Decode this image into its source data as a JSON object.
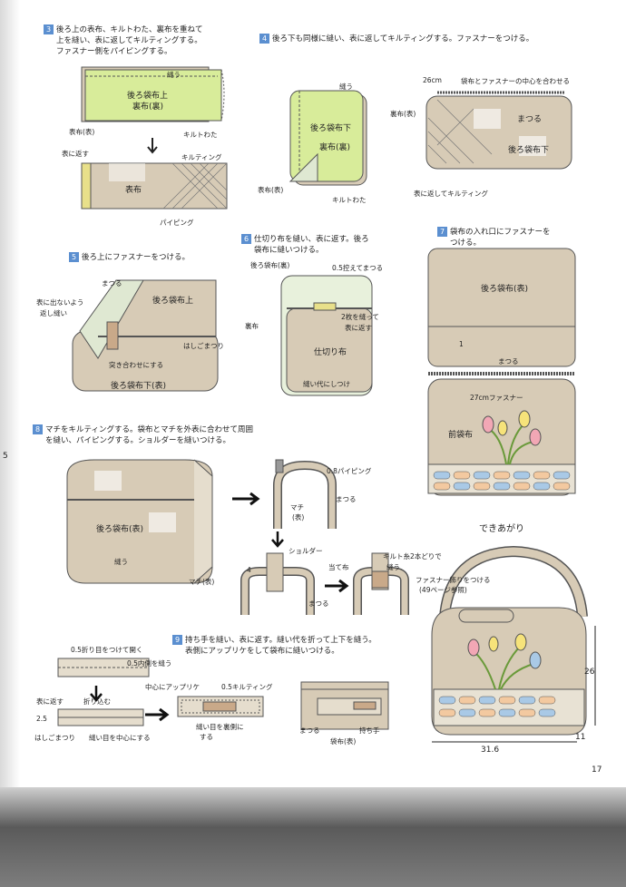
{
  "steps": {
    "s3": {
      "num": "3",
      "text1": "後ろ上の表布、キルトわた、裏布を重ねて",
      "text2": "上を縫い、表に返してキルティングする。",
      "text3": "ファスナー側をパイピングする。"
    },
    "s4": {
      "num": "4",
      "text1": "後ろ下も同様に縫い、表に返してキルティングする。ファスナーをつける。"
    },
    "s5": {
      "num": "5",
      "text1": "後ろ上にファスナーをつける。"
    },
    "s6": {
      "num": "6",
      "text1": "仕切り布を縫い、表に返す。後ろ",
      "text2": "袋布に縫いつける。"
    },
    "s7": {
      "num": "7",
      "text1": "袋布の入れ口にファスナーを",
      "text2": "つける。"
    },
    "s8": {
      "num": "8",
      "text1": "マチをキルティングする。袋布とマチを外表に合わせて周囲",
      "text2": "を縫い、パイピングする。ショルダーを縫いつける。"
    },
    "s9": {
      "num": "9",
      "text1": "持ち手を縫い、表に返す。縫い代を折って上下を縫う。",
      "text2": "表側にアップリケをして袋布に縫いつける。"
    }
  },
  "labels": {
    "s3_nuu": "縫う",
    "s3_upper": "後ろ袋布上",
    "s3_ura": "裏布(裏)",
    "s3_omote": "表布(表)",
    "s3_quilt": "キルトわた",
    "s3_kaesu": "表に返す",
    "s3_quilting": "キルティング",
    "s3_omotenuno": "表布",
    "s3_piping": "パイピング",
    "s4_nuu": "縫う",
    "s4_lower": "後ろ袋布下",
    "s4_ura": "裏布(裏)",
    "s4_omote": "表布(表)",
    "s4_quilt": "キルトわた",
    "s4_26": "26cm",
    "s4_center": "袋布とファスナーの中心を合わせる",
    "s4_ura2": "裏布(表)",
    "s4_matsuru": "まつる",
    "s4_lower2": "後ろ袋布下",
    "s4_kaeshi": "表に返してキルティング",
    "s5_matsuru": "まつる",
    "s5_upper": "後ろ袋布上",
    "s5_hidden": "表に出ないよう",
    "s5_hidden2": "返し縫い",
    "s5_hashi": "はしごまつり",
    "s5_tsuki": "突き合わせにする",
    "s5_lower": "後ろ袋布下(表)",
    "s6_back": "後ろ袋布(裏)",
    "s6_05": "0.5控えてまつる",
    "s6_ura": "裏布",
    "s6_two": "2枚を縫って",
    "s6_two2": "表に返す",
    "s6_shikiri": "仕切り布",
    "s6_nuishiro": "縫い代にしつけ",
    "s7_back": "後ろ袋布(表)",
    "s7_one": "1",
    "s7_matsuru": "まつる",
    "s7_27": "27cmファスナー",
    "s7_front": "前袋布",
    "s7_done": "できあがり",
    "s8_piping": "0.8パイピング",
    "s8_matsuru": "まつる",
    "s8_machi": "マチ",
    "s8_machi2": "(表)",
    "s8_back": "後ろ袋布(表)",
    "s8_nuu": "縫う",
    "s8_machi3": "マチ(表)",
    "s8_shoulder": "ショルダー",
    "s8_4": "4",
    "s8_matsuru2": "まつる",
    "s8_atete": "当て布",
    "s8_quilt": "キルト糸2本どりで",
    "s8_nuu2": "縫う",
    "fin_zip": "ファスナー飾りをつける",
    "fin_zip2": "(49ページ参照)",
    "fin_26": "26",
    "fin_11": "11",
    "fin_316": "31.6",
    "s9_05a": "0.5折り目をつけて開く",
    "s9_05b": "0.5内側を縫う",
    "s9_kaesu": "表に返す",
    "s9_orikomu": "折り込む",
    "s9_25": "2.5",
    "s9_hashi": "はしごまつり",
    "s9_center": "縫い目を中心にする",
    "s9_applique": "中心にアップリケ",
    "s9_05q": "0.5キルティング",
    "s9_nuime": "縫い目を裏側に",
    "s9_suru": "する",
    "s9_matsuru": "まつる",
    "s9_mochite": "持ち手",
    "s9_bag": "袋布(表)"
  },
  "page_number": "17",
  "margin_mark": "5",
  "colors": {
    "step_badge": "#5b8fd0",
    "lining": "#d8ec9a",
    "fabric": "#d7cbb6",
    "outline": "#555555"
  }
}
